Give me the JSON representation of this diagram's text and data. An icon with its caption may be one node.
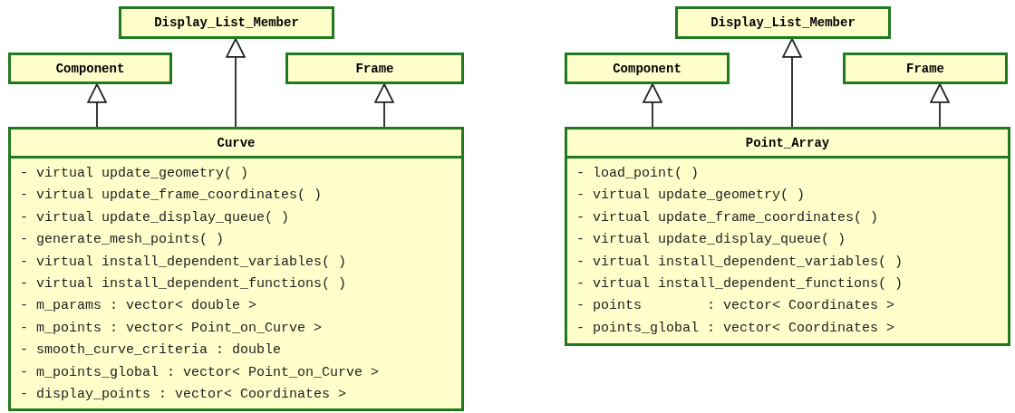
{
  "diagram": {
    "nodes": [
      {
        "text": [
          "Display_List_Member"
        ]
      },
      {
        "text": [
          "Component"
        ]
      },
      {
        "text": [
          "Frame"
        ]
      },
      {
        "text": [
          "Curve",
          "- virtual update_geometry( )",
          "- virtual update_frame_coordinates( )",
          "- virtual update_display_queue( )",
          "- generate_mesh_points( )",
          "- virtual install_dependent_variables( )",
          "- virtual install_dependent_functions( )",
          "- m_params : vector< double >",
          "- m_points : vector< Point_on_Curve >",
          "- smooth_curve_criteria : double",
          "- m_points_global : vector< Point_on_Curve >",
          "- display_points : vector< Coordinates >"
        ]
      },
      {
        "text": [
          "Display_List_Member"
        ]
      },
      {
        "text": [
          "Component"
        ]
      },
      {
        "text": [
          "Frame"
        ]
      },
      {
        "text": [
          "Point_Array",
          "- load_point( )",
          "- virtual update_geometry( )",
          "- virtual update_frame_coordinates( )",
          "- virtual update_display_queue( )",
          "- virtual install_dependent_variables( )",
          "- virtual install_dependent_functions( )",
          "- points        : vector< Coordinates >",
          "- points_global : vector< Coordinates >"
        ]
      }
    ],
    "edges": [
      {
        "from": 3,
        "to": 1,
        "arrow": "to"
      },
      {
        "from": 3,
        "to": 0,
        "arrow": "to"
      },
      {
        "from": 3,
        "to": 2,
        "arrow": "to"
      },
      {
        "from": 7,
        "to": 5,
        "arrow": "to"
      },
      {
        "from": 7,
        "to": 4,
        "arrow": "to"
      },
      {
        "from": 7,
        "to": 6,
        "arrow": "to"
      }
    ]
  }
}
